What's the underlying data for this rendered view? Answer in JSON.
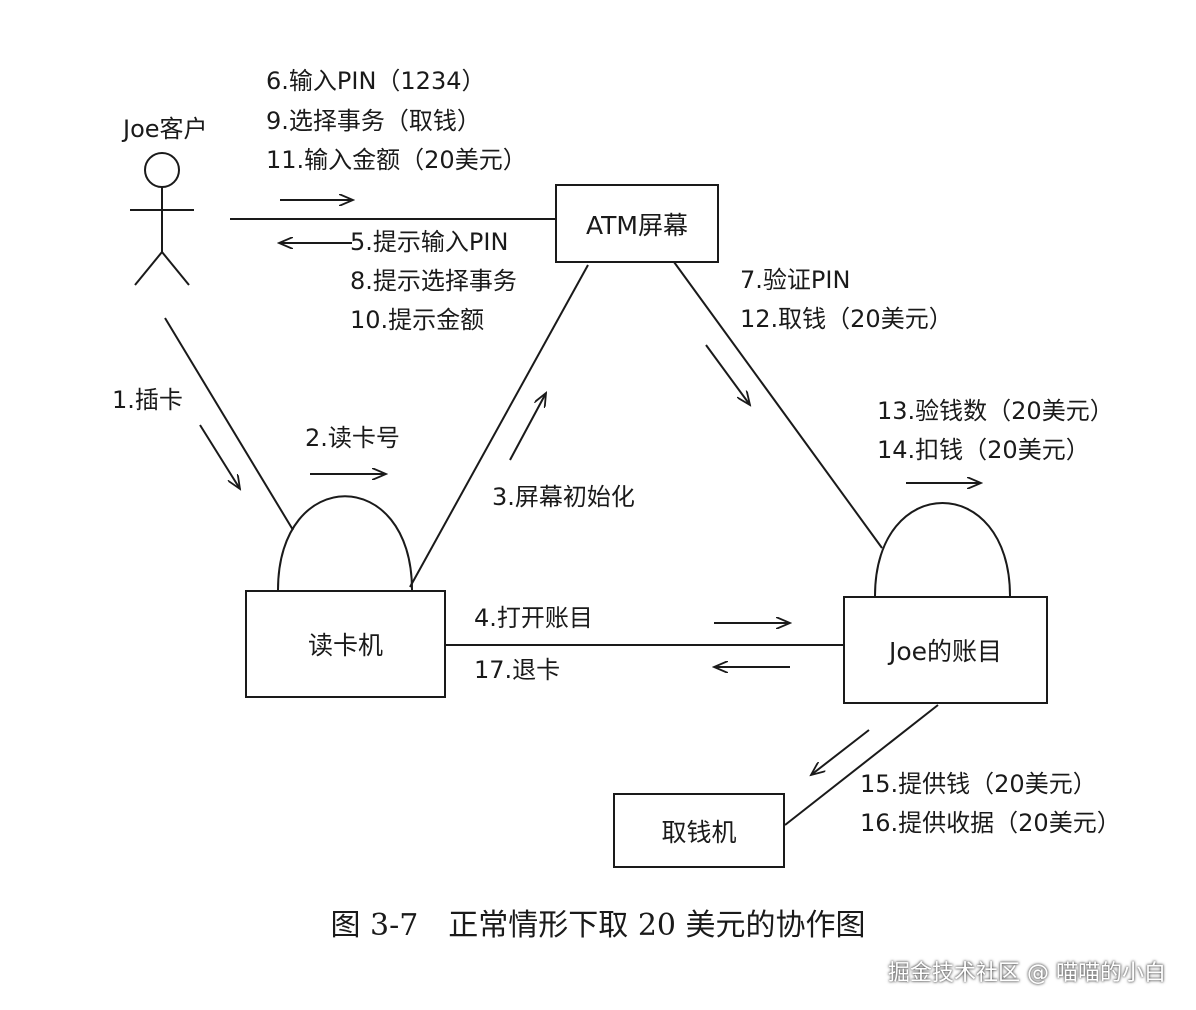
{
  "actor": {
    "name": "Joe客户"
  },
  "objects": {
    "atm_screen": "ATM屏幕",
    "card_reader": "读卡机",
    "joe_account": "Joe的账目",
    "cash_dispenser": "取钱机"
  },
  "messages": {
    "m6": "6.输入PIN（1234）",
    "m9": "9.选择事务（取钱）",
    "m11": "11.输入金额（20美元）",
    "m5": "5.提示输入PIN",
    "m8": "8.提示选择事务",
    "m10": "10.提示金额",
    "m7": "7.验证PIN",
    "m12": "12.取钱（20美元）",
    "m1": "1.插卡",
    "m2": "2.读卡号",
    "m3": "3.屏幕初始化",
    "m13": "13.验钱数（20美元）",
    "m14": "14.扣钱（20美元）",
    "m4": "4.打开账目",
    "m17": "17.退卡",
    "m15": "15.提供钱（20美元）",
    "m16": "16.提供收据（20美元）"
  },
  "caption": "图 3-7　正常情形下取 20 美元的协作图",
  "watermark": "掘金技术社区 @ 喵喵的小白"
}
